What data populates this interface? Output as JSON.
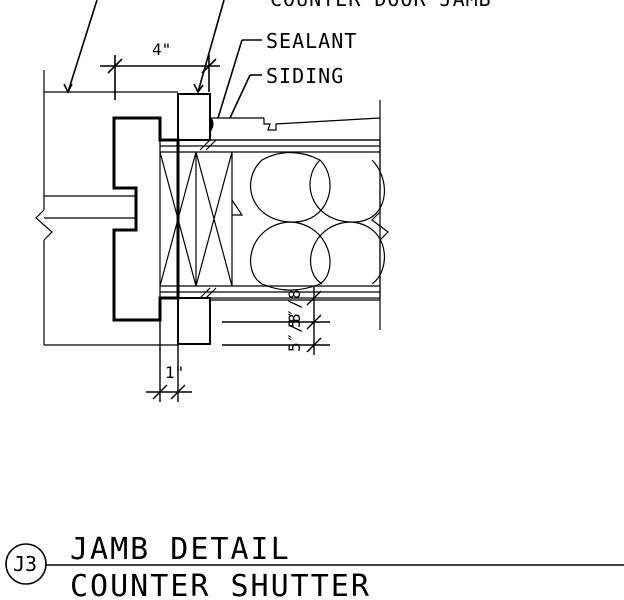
{
  "labels": {
    "door_jamb": "COUNTER DOOR JAMB",
    "sealant": "SEALANT",
    "siding": "SIDING"
  },
  "dimensions": {
    "width_top": "4\"",
    "width_bottom": "1\"",
    "gap_a": "5″/8",
    "gap_b": "5″/8"
  },
  "title": {
    "tag": "J3",
    "line1": "JAMB DETAIL",
    "line2": "COUNTER SHUTTER"
  }
}
